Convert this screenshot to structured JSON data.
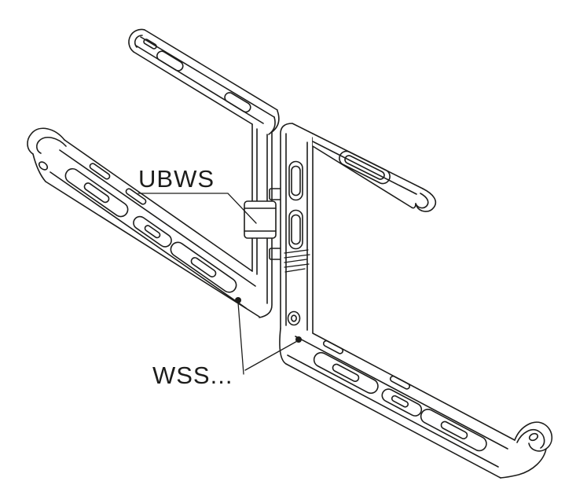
{
  "figure": {
    "type": "isometric-technical-line-drawing",
    "subject": "Two C-shaped wall brackets joined back-to-back by a U-clamp"
  },
  "callouts": {
    "ubws": {
      "label": "UBWS",
      "target": "u-clamp"
    },
    "wss": {
      "label": "WSS...",
      "target": "wall-brackets"
    }
  },
  "colors": {
    "line": "#1d1d1b",
    "background": "#ffffff"
  }
}
